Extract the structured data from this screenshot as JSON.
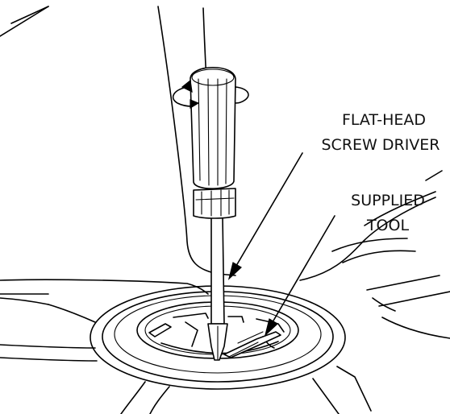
{
  "labels": {
    "screwdriver_line1": "FLAT-HEAD",
    "screwdriver_line2": "SCREW DRIVER",
    "tool_line1": "SUPPLIED",
    "tool_line2": "TOOL"
  },
  "colors": {
    "stroke": "#000000",
    "background": "#ffffff"
  }
}
